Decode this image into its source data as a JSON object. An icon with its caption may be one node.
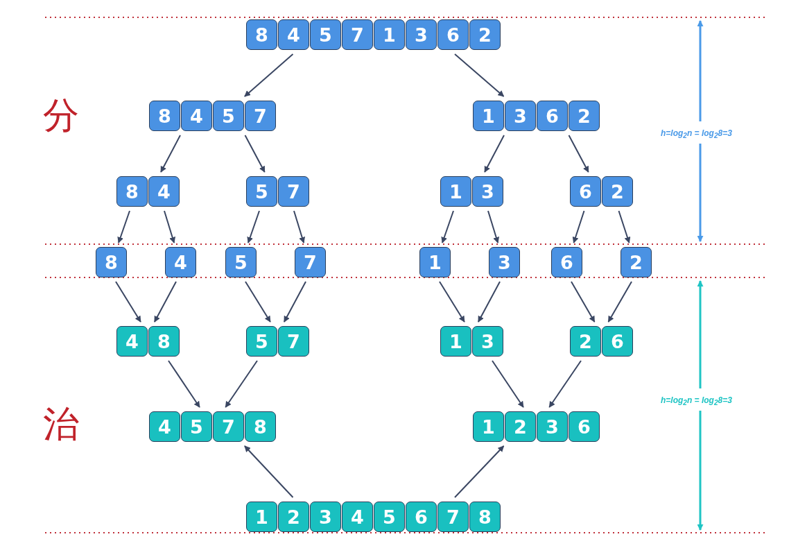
{
  "diagram": {
    "nodes": [
      {
        "text": [
          "8",
          "4",
          "5",
          "7",
          "1",
          "3",
          "6",
          "2"
        ]
      },
      {
        "text": [
          "8",
          "4",
          "5",
          "7"
        ]
      },
      {
        "text": [
          "1",
          "3",
          "6",
          "2"
        ]
      },
      {
        "text": [
          "8",
          "4"
        ]
      },
      {
        "text": [
          "5",
          "7"
        ]
      },
      {
        "text": [
          "1",
          "3"
        ]
      },
      {
        "text": [
          "6",
          "2"
        ]
      },
      {
        "text": [
          "8"
        ]
      },
      {
        "text": [
          "4"
        ]
      },
      {
        "text": [
          "5"
        ]
      },
      {
        "text": [
          "7"
        ]
      },
      {
        "text": [
          "1"
        ]
      },
      {
        "text": [
          "3"
        ]
      },
      {
        "text": [
          "6"
        ]
      },
      {
        "text": [
          "2"
        ]
      },
      {
        "text": [
          "4",
          "8"
        ]
      },
      {
        "text": [
          "5",
          "7"
        ]
      },
      {
        "text": [
          "1",
          "3"
        ]
      },
      {
        "text": [
          "2",
          "6"
        ]
      },
      {
        "text": [
          "4",
          "5",
          "7",
          "8"
        ]
      },
      {
        "text": [
          "1",
          "2",
          "3",
          "6"
        ]
      },
      {
        "text": [
          "1",
          "2",
          "3",
          "4",
          "5",
          "6",
          "7",
          "8"
        ]
      }
    ],
    "edges": [
      {
        "from": 0,
        "to": 1,
        "arrow": "to"
      },
      {
        "from": 0,
        "to": 2,
        "arrow": "to"
      },
      {
        "from": 1,
        "to": 3,
        "arrow": "to"
      },
      {
        "from": 1,
        "to": 4,
        "arrow": "to"
      },
      {
        "from": 2,
        "to": 5,
        "arrow": "to"
      },
      {
        "from": 2,
        "to": 6,
        "arrow": "to"
      },
      {
        "from": 3,
        "to": 7,
        "arrow": "to"
      },
      {
        "from": 3,
        "to": 8,
        "arrow": "to"
      },
      {
        "from": 4,
        "to": 9,
        "arrow": "to"
      },
      {
        "from": 4,
        "to": 10,
        "arrow": "to"
      },
      {
        "from": 5,
        "to": 11,
        "arrow": "to"
      },
      {
        "from": 5,
        "to": 12,
        "arrow": "to"
      },
      {
        "from": 6,
        "to": 13,
        "arrow": "to"
      },
      {
        "from": 6,
        "to": 14,
        "arrow": "to"
      },
      {
        "from": 7,
        "to": 15,
        "arrow": "to"
      },
      {
        "from": 8,
        "to": 15,
        "arrow": "to"
      },
      {
        "from": 9,
        "to": 16,
        "arrow": "to"
      },
      {
        "from": 10,
        "to": 16,
        "arrow": "to"
      },
      {
        "from": 11,
        "to": 17,
        "arrow": "to"
      },
      {
        "from": 12,
        "to": 17,
        "arrow": "to"
      },
      {
        "from": 13,
        "to": 18,
        "arrow": "to"
      },
      {
        "from": 14,
        "to": 18,
        "arrow": "to"
      },
      {
        "from": 15,
        "to": 19,
        "arrow": "to"
      },
      {
        "from": 16,
        "to": 19,
        "arrow": "to"
      },
      {
        "from": 17,
        "to": 20,
        "arrow": "to"
      },
      {
        "from": 18,
        "to": 20,
        "arrow": "to"
      },
      {
        "from": 21,
        "to": 19,
        "arrow": "to"
      },
      {
        "from": 21,
        "to": 20,
        "arrow": "to"
      }
    ],
    "labels": [
      "分",
      "h=log$_{2}$n = log$_{2}$8=3",
      "h=log$_{2}$n = log$_{2}$8=3",
      "治"
    ]
  }
}
